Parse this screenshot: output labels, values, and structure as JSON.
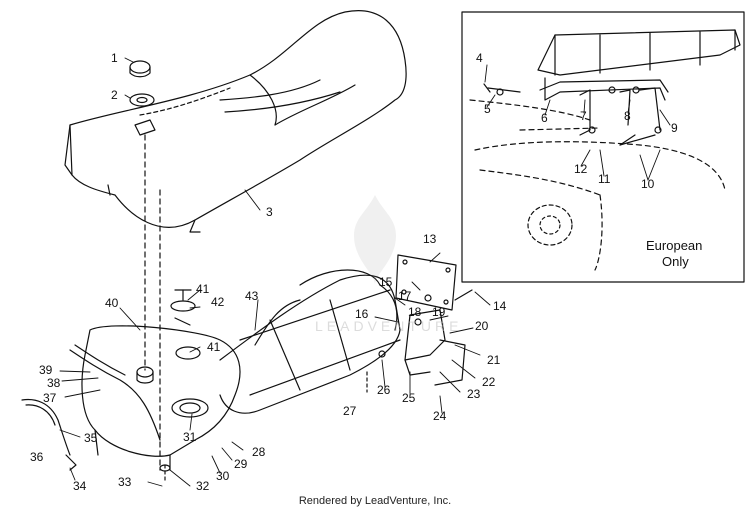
{
  "inset": {
    "caption_line1": "European",
    "caption_line2": "Only"
  },
  "footer": "Rendered by LeadVenture, Inc.",
  "watermark": "LEADVENTURE",
  "part_labels": [
    "1",
    "2",
    "3",
    "4",
    "5",
    "6",
    "7",
    "8",
    "9",
    "10",
    "11",
    "12",
    "13",
    "14",
    "15",
    "16",
    "17",
    "18",
    "19",
    "20",
    "21",
    "22",
    "23",
    "24",
    "25",
    "26",
    "27",
    "28",
    "29",
    "30",
    "31",
    "32",
    "33",
    "34",
    "35",
    "36",
    "37",
    "38",
    "39",
    "40",
    "41",
    "41",
    "42",
    "43"
  ]
}
